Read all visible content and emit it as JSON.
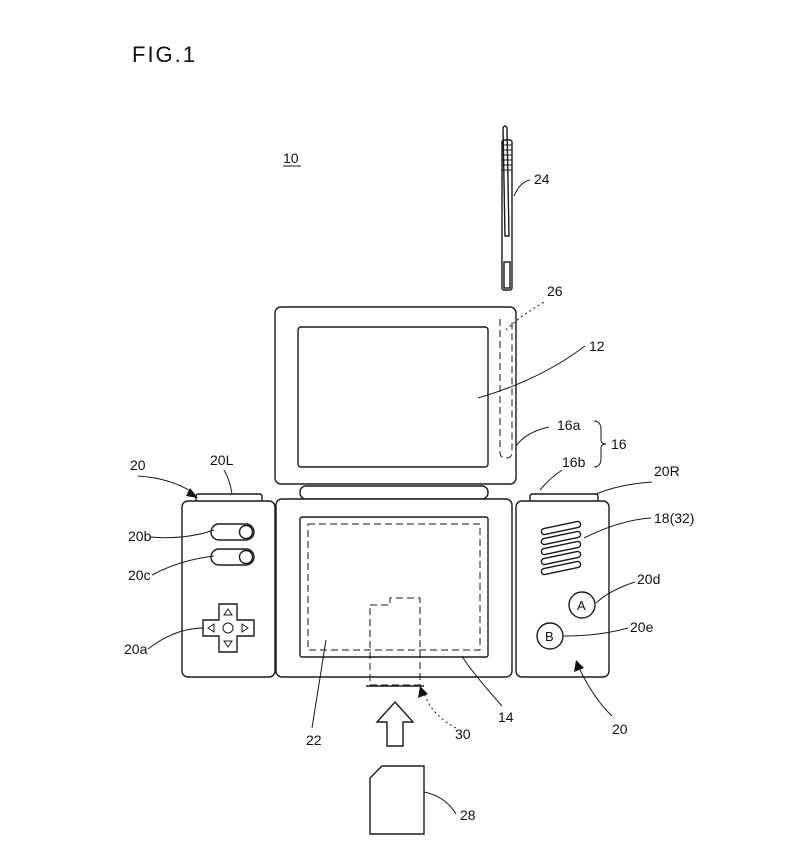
{
  "figure": {
    "title": "FIG.1",
    "labels": {
      "device": "10",
      "stylus": "24",
      "stylus_holder": "26",
      "upper_lcd": "12",
      "housing_upper": "16a",
      "housing": "16",
      "housing_lower": "16b",
      "operating_switch": "20",
      "left_switch": "20L",
      "right_switch": "20R",
      "speaker": "18(32)",
      "button_a_ref": "20d",
      "button_b_ref": "20e",
      "button_20b": "20b",
      "button_20c": "20c",
      "cross_switch": "20a",
      "touch_panel": "22",
      "lower_lcd": "14",
      "card_slot": "30",
      "memory_card": "28",
      "operating_switch_bottom": "20"
    },
    "button_text": {
      "a": "A",
      "b": "B"
    }
  }
}
